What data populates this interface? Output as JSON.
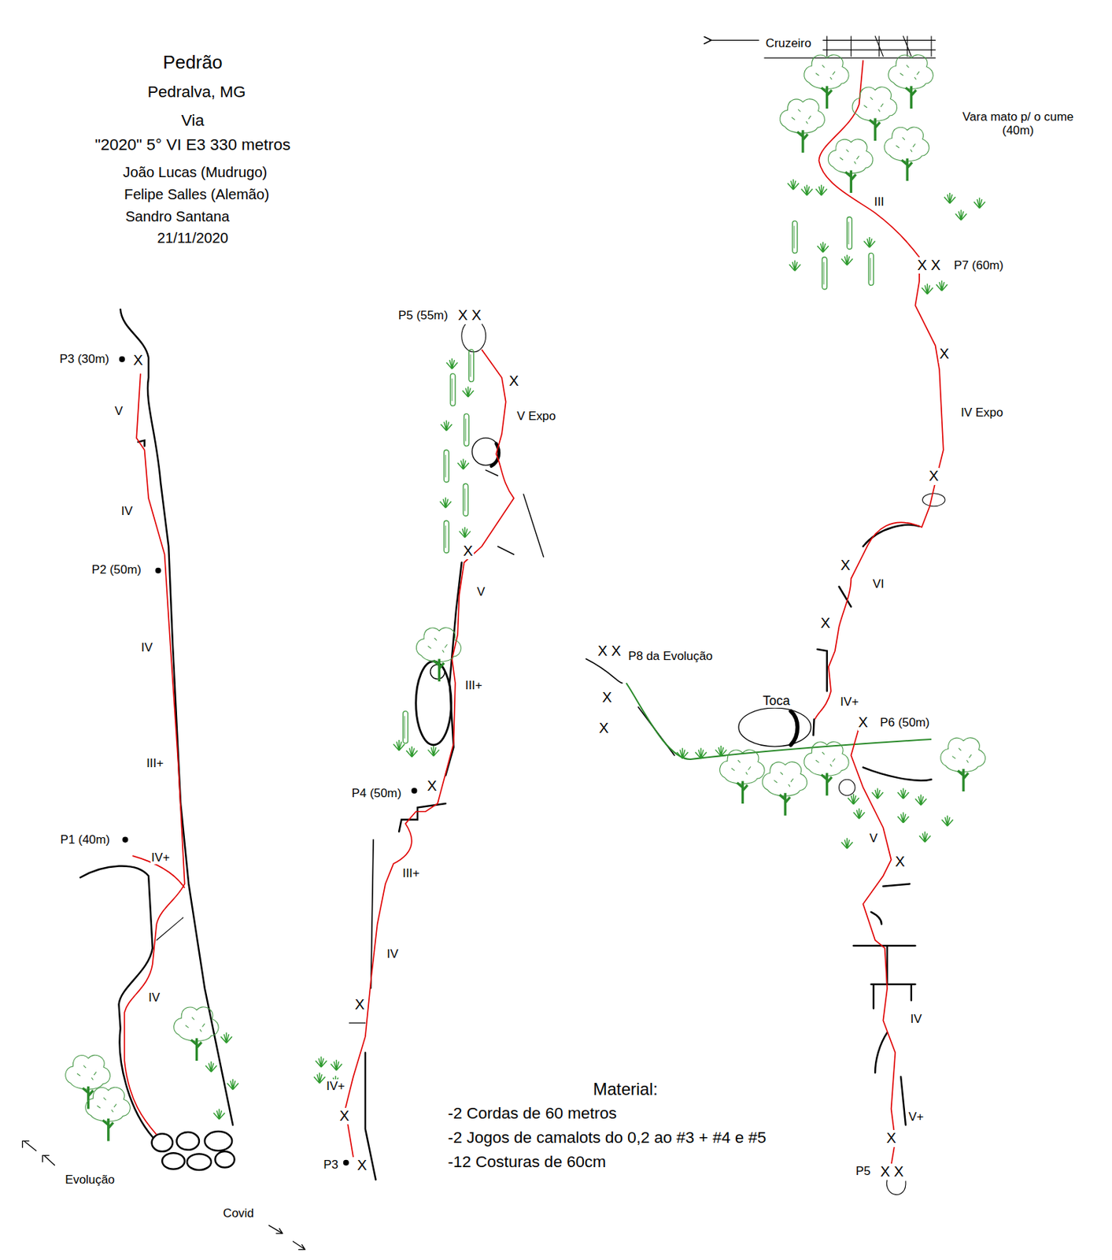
{
  "diagram": {
    "title": "Pedrão",
    "labels": [
      "Pedralva, MG",
      "Via",
      "\"2020\" 5° VI E3 330 metros",
      "João Lucas (Mudrugo)",
      "Felipe Salles (Alemão)",
      "Sandro Santana",
      "21/11/2020",
      "P3 (30m)",
      "X",
      "V",
      "IV",
      "P2 (50m)",
      "IV",
      "III+",
      "P1 (40m)",
      "IV+",
      "IV",
      "Evolução",
      "Covid",
      "P5 (55m)",
      "X X",
      "X",
      "V Expo",
      "X",
      "V",
      "III+",
      "P4 (50m)",
      "X",
      "III+",
      "IV",
      "X",
      "IV+",
      "X",
      "P3",
      "X",
      "Cruzeiro",
      "Vara mato p/ o cume (40m)",
      "III",
      "X X",
      "P7 (60m)",
      "X",
      "IV Expo",
      "X",
      "X",
      "VI",
      "X",
      "X X",
      "P8 da Evolução",
      "X",
      "X",
      "Toca",
      "IV+",
      "X",
      "P6 (50m)",
      "V",
      "X",
      "IV",
      "V+",
      "X",
      "P5",
      "X X",
      "Material:",
      "-2 Cordas de 60 metros",
      "-2 Jogos de camalots do 0,2 ao #3 + #4 e #5",
      "-12 Costuras de 60cm"
    ]
  }
}
